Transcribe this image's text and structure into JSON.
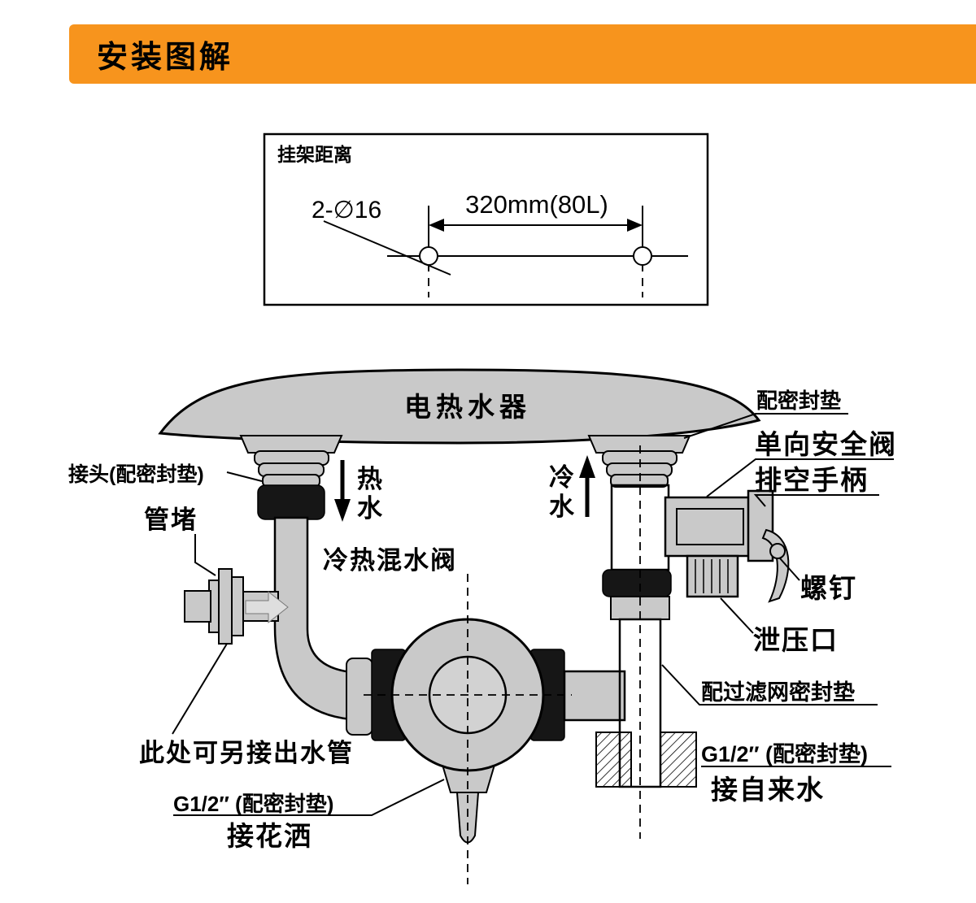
{
  "header": {
    "title": "安装图解",
    "accent_color": "#F7941D"
  },
  "bracket_box": {
    "title": "挂架距离",
    "holes_label": "2-∅16",
    "distance_label": "320mm(80L)"
  },
  "diagram": {
    "heater": "电热水器",
    "gasket_top": "配密封垫",
    "check_valve": "单向安全阀",
    "drain_handle": "排空手柄",
    "screw": "螺钉",
    "relief_port": "泄压口",
    "filter_gasket": "配过滤网密封垫",
    "tap_spec": "G1/2″ (配密封垫)",
    "tap_water": "接自来水",
    "connector": "接头(配密封垫)",
    "pipe_plug": "管堵",
    "hot_1": "热",
    "hot_2": "水",
    "cold_1": "冷",
    "cold_2": "水",
    "mixing_valve": "冷热混水阀",
    "alt_outlet": "此处可另接出水管",
    "shower_spec": "G1/2″ (配密封垫)",
    "shower": "接花洒"
  }
}
